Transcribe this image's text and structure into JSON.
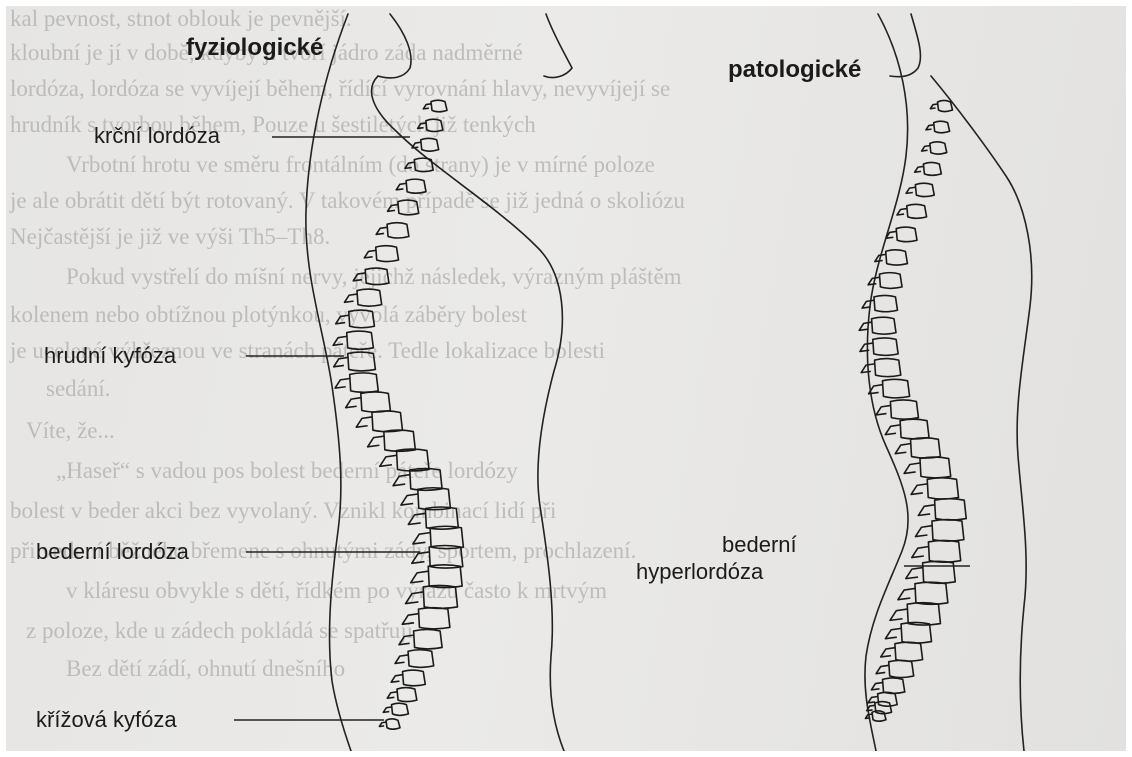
{
  "titles": {
    "left": "fyziologické",
    "right": "patologické"
  },
  "labels": {
    "cervical": "krční lordóza",
    "thoracic": "hrudní kyfóza",
    "lumbar": "bederní lordóza",
    "sacral": "křížová kyfóza",
    "hyper_line1": "bederní",
    "hyper_line2": "hyperlordóza"
  },
  "background_text": [
    "kal pevnost, stnot oblouk je pevnější.",
    "kloubní je jí v době, kdyby jí tvoří jádro záda nadměrné",
    "lordóza, lordóza se vyvíjejí během, řídící vyrovnání hlavy, nevyvíjejí se",
    "hrudník s tvorbou během, Pouze u šestiletých již tenkých",
    "Vrbotní hrotu ve směru frontálním (do strany) je v mírné poloze",
    "je ale obrátit dětí být rotovaný. V takovém případě se již jedná o skoliózu",
    "Nejčastější je již ve výši Th5–Th8.",
    "Pokud vystřelí do míšní nervy, jejichž následek, výrazným pláštěm",
    "kolenem nebo obtížnou plotýnkou, vyvolá záběry bolest",
    "je ucelené výhřeznou ve stranách páteře. Tedle lokalizace bolesti",
    "sedání.",
    "Víte, že...",
    "„Haseř“ s vadou pos bolest bederní páteře lordózy",
    "bolest v beder akci bez vyvolaný. Vznikl kombinací lidí při",
    "při vedení běžného břemene s ohnutými zády, sportem, prochlazení.",
    "v kláresu obvykle s dětí, řídkém po výrazu často k mrtvým",
    "z poloze, kde u zádech pokládá se spatřují",
    "Bez dětí zádí, ohnutí dnešního"
  ],
  "colors": {
    "ink": "#1b1b1b",
    "paper": "#e8e7e5",
    "bleed_text": "#a6a5a3"
  }
}
